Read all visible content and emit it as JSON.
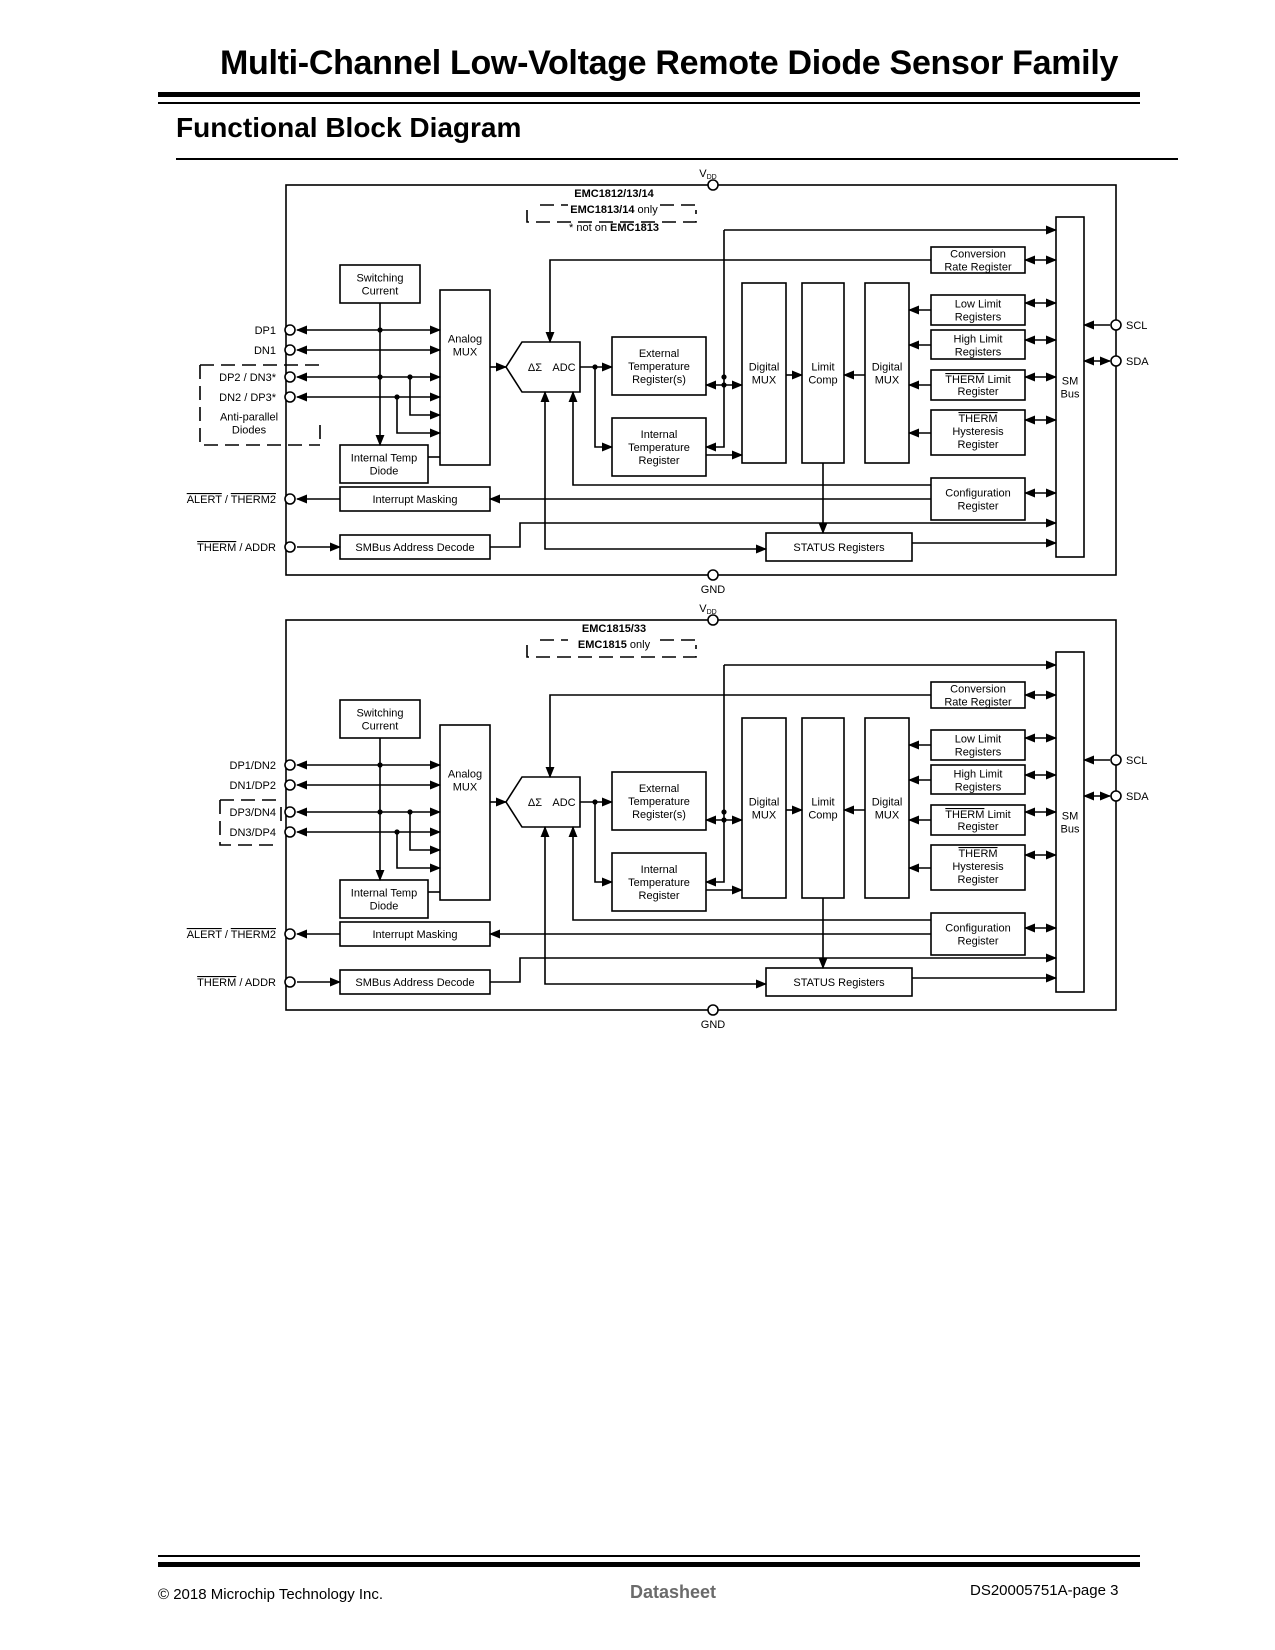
{
  "header": {
    "title": "Multi-Channel Low-Voltage Remote Diode Sensor Family",
    "section_title": "Functional Block Diagram"
  },
  "diagram1": {
    "vdd": "V",
    "vdd_sub": "DD",
    "gnd": "GND",
    "legend": [
      "EMC1812/13/14",
      "EMC1813/14",
      " only",
      "* not on ",
      "EMC1813"
    ],
    "pins": [
      "DP1",
      "DN1",
      "DP2 / DN3*",
      "DN2 / DP3*",
      "ALERT",
      " / ",
      "THERM2",
      "THERM",
      " / ADDR",
      "SCL",
      "SDA"
    ],
    "anti_parallel": [
      "Anti-parallel",
      "Diodes"
    ],
    "blocks": {
      "switching_current": [
        "Switching",
        "Current"
      ],
      "analog_mux": [
        "Analog",
        "MUX"
      ],
      "internal_temp_diode": [
        "Internal Temp",
        "Diode"
      ],
      "adc": [
        "ΔΣ",
        "ADC"
      ],
      "ext_temp_reg": [
        "External",
        "Temperature",
        "Register(s)"
      ],
      "int_temp_reg": [
        "Internal",
        "Temperature",
        "Register"
      ],
      "digital_mux_1": [
        "Digital",
        "MUX"
      ],
      "limit_comp": [
        "Limit",
        "Comp"
      ],
      "digital_mux_2": [
        "Digital",
        "MUX"
      ],
      "conversion_rate": [
        "Conversion",
        "Rate Register"
      ],
      "low_limit": [
        "Low Limit",
        "Registers"
      ],
      "high_limit": [
        "High Limit",
        "Registers"
      ],
      "therm_limit": [
        "THERM",
        " Limit",
        "Register"
      ],
      "therm_hyst": [
        "THERM",
        "Hysteresis",
        "Register"
      ],
      "config": [
        "Configuration",
        "Register"
      ],
      "sm_bus": [
        "SM",
        "Bus"
      ],
      "interrupt_masking": "Interrupt Masking",
      "smbus_addr_decode": "SMBus Address Decode",
      "status_registers": "STATUS Registers"
    }
  },
  "diagram2": {
    "vdd": "V",
    "vdd_sub": "DD",
    "gnd": "GND",
    "legend": [
      "EMC1815/33",
      "EMC1815",
      " only"
    ],
    "pins": [
      "DP1/DN2",
      "DN1/DP2",
      "DP3/DN4",
      "DN3/DP4",
      "ALERT",
      " / ",
      "THERM2",
      "THERM",
      " / ADDR",
      "SCL",
      "SDA"
    ],
    "blocks": {
      "switching_current": [
        "Switching",
        "Current"
      ],
      "analog_mux": [
        "Analog",
        "MUX"
      ],
      "internal_temp_diode": [
        "Internal Temp",
        "Diode"
      ],
      "adc": [
        "ΔΣ",
        "ADC"
      ],
      "ext_temp_reg": [
        "External",
        "Temperature",
        "Register(s)"
      ],
      "int_temp_reg": [
        "Internal",
        "Temperature",
        "Register"
      ],
      "digital_mux_1": [
        "Digital",
        "MUX"
      ],
      "limit_comp": [
        "Limit",
        "Comp"
      ],
      "digital_mux_2": [
        "Digital",
        "MUX"
      ],
      "conversion_rate": [
        "Conversion",
        "Rate Register"
      ],
      "low_limit": [
        "Low Limit",
        "Registers"
      ],
      "high_limit": [
        "High Limit",
        "Registers"
      ],
      "therm_limit": [
        "THERM",
        " Limit",
        "Register"
      ],
      "therm_hyst": [
        "THERM",
        "Hysteresis",
        "Register"
      ],
      "config": [
        "Configuration",
        "Register"
      ],
      "sm_bus": [
        "SM",
        "Bus"
      ],
      "interrupt_masking": "Interrupt Masking",
      "smbus_addr_decode": "SMBus Address Decode",
      "status_registers": "STATUS Registers"
    }
  },
  "footer": {
    "copyright": "© 2018 Microchip Technology Inc.",
    "doc_type": "Datasheet",
    "page_ref": "DS20005751A-page 3"
  }
}
